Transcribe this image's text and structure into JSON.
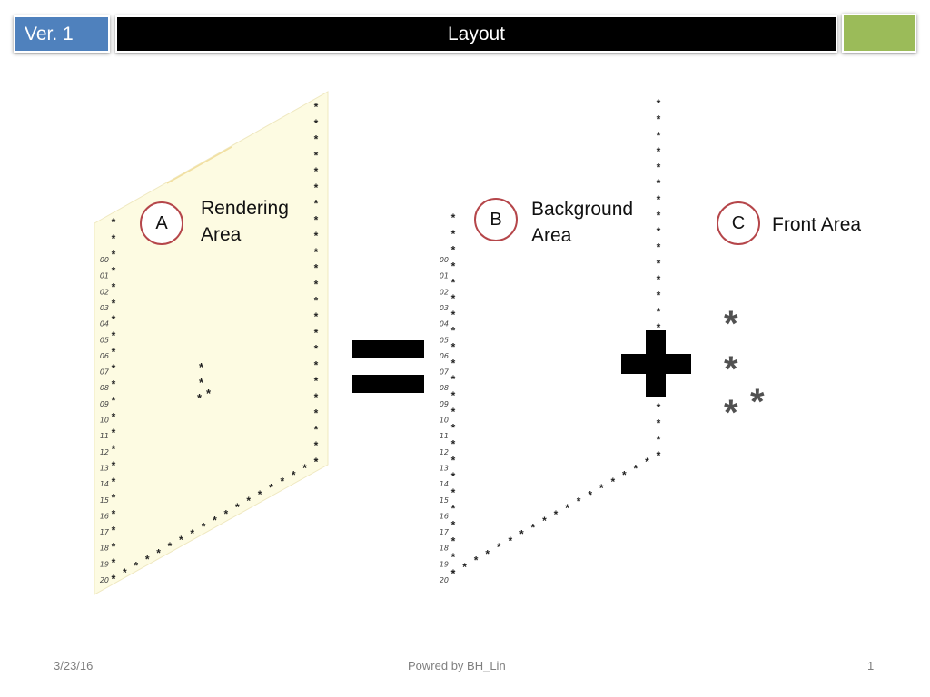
{
  "header": {
    "version": "Ver. 1",
    "title": "Layout",
    "accent_color": "#9bbb59",
    "version_color": "#4f81bd"
  },
  "panels": [
    {
      "letter": "A",
      "name": "Rendering Area"
    },
    {
      "letter": "B",
      "name": "Background Area"
    },
    {
      "letter": "C",
      "name": "Front Area"
    }
  ],
  "operators": [
    "equals",
    "plus"
  ],
  "row_numbers": [
    "00",
    "01",
    "02",
    "03",
    "04",
    "05",
    "06",
    "07",
    "08",
    "09",
    "10",
    "11",
    "12",
    "13",
    "14",
    "15",
    "16",
    "17",
    "18",
    "19",
    "20"
  ],
  "footer": {
    "date": "3/23/16",
    "credit": "Powred by BH_Lin",
    "page": "1"
  }
}
